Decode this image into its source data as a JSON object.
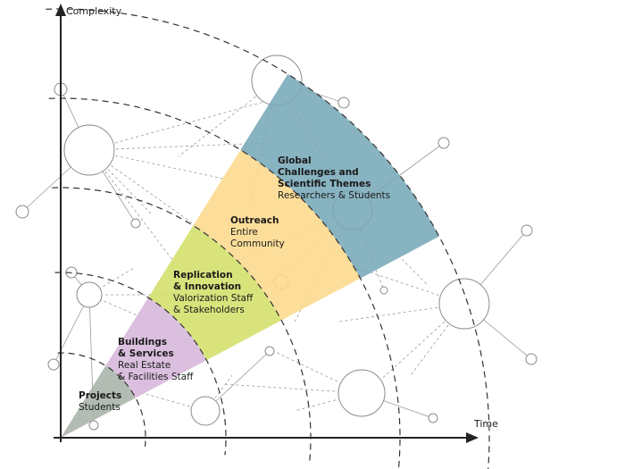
{
  "axes": {
    "y_label": "Complexity",
    "x_label": "Time"
  },
  "bands": [
    {
      "id": "projects",
      "title_lines": [
        "Projects"
      ],
      "subtitle_lines": [
        "Students"
      ],
      "color": "#a9b3a9"
    },
    {
      "id": "buildings",
      "title_lines": [
        "Buildings",
        "& Services"
      ],
      "subtitle_lines": [
        "Real Estate",
        "& Facilities Staff"
      ],
      "color": "#d6b6da"
    },
    {
      "id": "replication",
      "title_lines": [
        "Replication",
        "& Innovation"
      ],
      "subtitle_lines": [
        "Valorization Staff",
        "& Stakeholders"
      ],
      "color": "#d3df6a"
    },
    {
      "id": "outreach",
      "title_lines": [
        "Outreach"
      ],
      "subtitle_lines": [
        "Entire",
        "Community"
      ],
      "color": "#fcd98c"
    },
    {
      "id": "global",
      "title_lines": [
        "Global",
        "Challenges and",
        "Scientific Themes"
      ],
      "subtitle_lines": [
        "Researchers & Students"
      ],
      "color": "#78a9b8"
    }
  ]
}
